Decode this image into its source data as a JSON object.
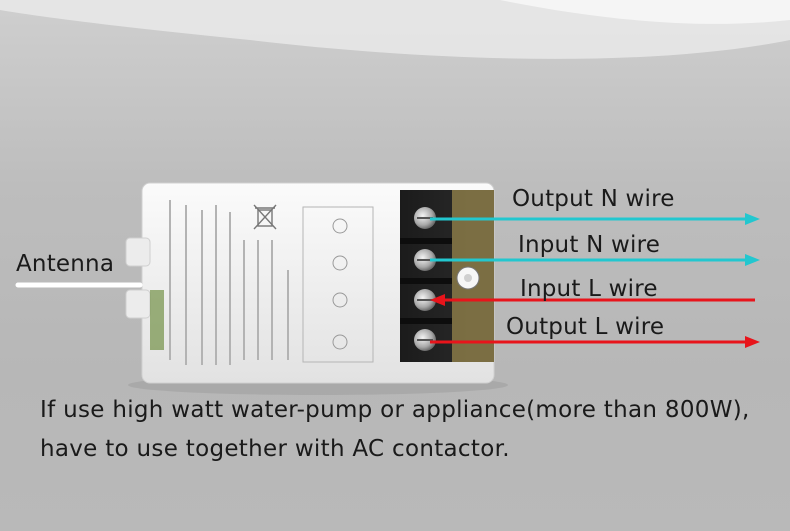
{
  "labels": {
    "antenna": "Antenna",
    "output_n": "Output N wire",
    "input_n": "Input N wire",
    "input_l": "Input L wire",
    "output_l": "Output L wire"
  },
  "note": {
    "line1": "If use high watt water-pump or appliance(more than 800W),",
    "line2": "have to use together with AC contactor."
  },
  "colors": {
    "neutral_wire": "#22c7cf",
    "live_wire": "#e8141b",
    "antenna_wire": "#ffffff",
    "device_body": "#f1f1f1"
  },
  "icons": [
    "terminal-screw-icon",
    "weee-bin-icon"
  ]
}
